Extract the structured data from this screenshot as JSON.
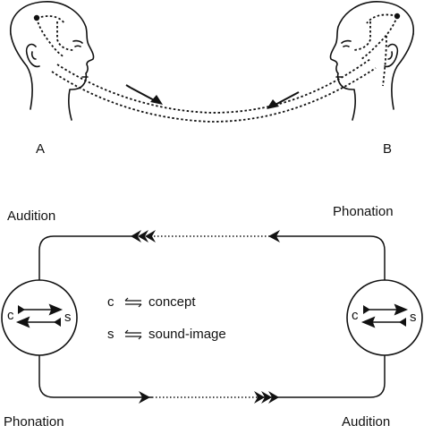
{
  "top_panel": {
    "speaker_a_label": "A",
    "speaker_b_label": "B"
  },
  "circuit": {
    "left_top_label": "Audition",
    "left_bottom_label": "Phonation",
    "right_top_label": "Phonation",
    "right_bottom_label": "Audition",
    "circle_left": {
      "c": "c",
      "s": "s"
    },
    "circle_right": {
      "c": "c",
      "s": "s"
    }
  },
  "legend": {
    "c_symbol": "c",
    "c_text": "concept",
    "s_symbol": "s",
    "s_text": "sound-image"
  }
}
